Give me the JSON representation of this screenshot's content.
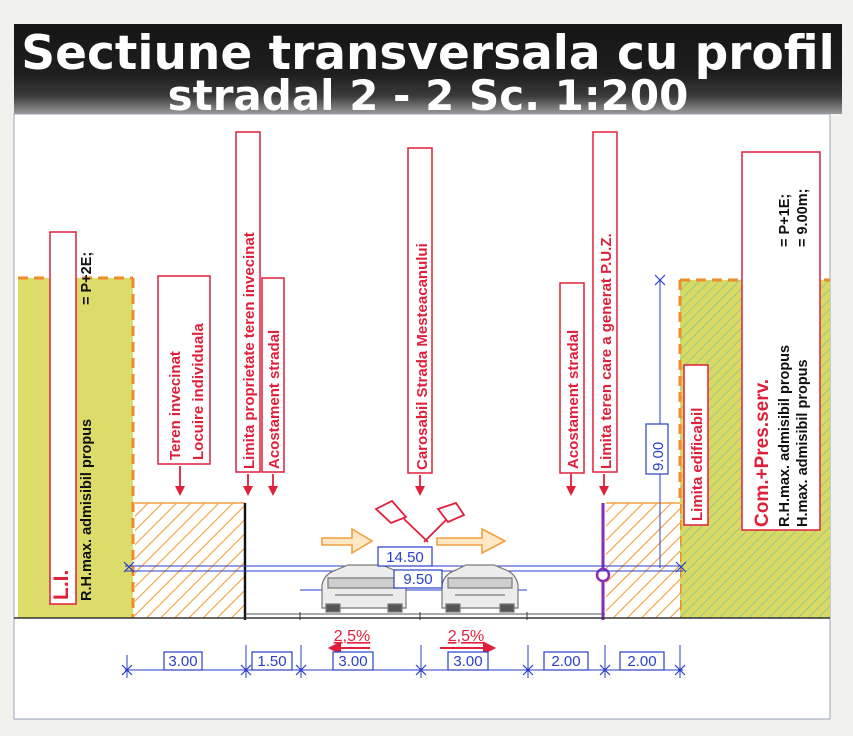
{
  "title": {
    "line1": "Sectiune transversala cu profil",
    "line2": "stradal 2 - 2 Sc. 1:200"
  },
  "labels": {
    "left_zone_code": "L.I.",
    "left_regulation_text": "R.H.max. admisibil propus",
    "left_regulation_value": "= P+2E;",
    "neighbor_land": "Teren invecinat",
    "neighbor_use": "Locuire individuala",
    "neighbor_property_limit": "Limita proprietate teren invecinat",
    "left_road_shoulder": "Acostament stradal",
    "roadway": "Carosabil Strada Mesteacanului",
    "right_road_shoulder": "Acostament stradal",
    "puz_land_limit": "Limita teren care a generat P.U.Z.",
    "building_limit": "Limita edificabil",
    "right_zone_code": "Com.+Pres.serv.",
    "right_regulation_rh_text": "R.H.max. admisibil propus",
    "right_regulation_rh_value": "= P+1E;",
    "right_regulation_h_text": "H.max. admisibil propus",
    "right_regulation_h_value": "= 9.00m;"
  },
  "dimensions": {
    "height": "9.00",
    "total_width": "14.50",
    "carriageway_width": "9.50",
    "slope_left": "2,5%",
    "slope_right": "2,5%",
    "segments": [
      "3.00",
      "1.50",
      "3.00",
      "3.00",
      "2.00",
      "2.00"
    ]
  },
  "colors": {
    "title_background": "#1a1a1a",
    "annotation_red": "#e0203a",
    "dimension_blue": "#2a3fc8",
    "zone_yellow": "#dcdc6a",
    "hatch_orange": "#f0a040",
    "boundary_purple": "#8a2ab8"
  }
}
